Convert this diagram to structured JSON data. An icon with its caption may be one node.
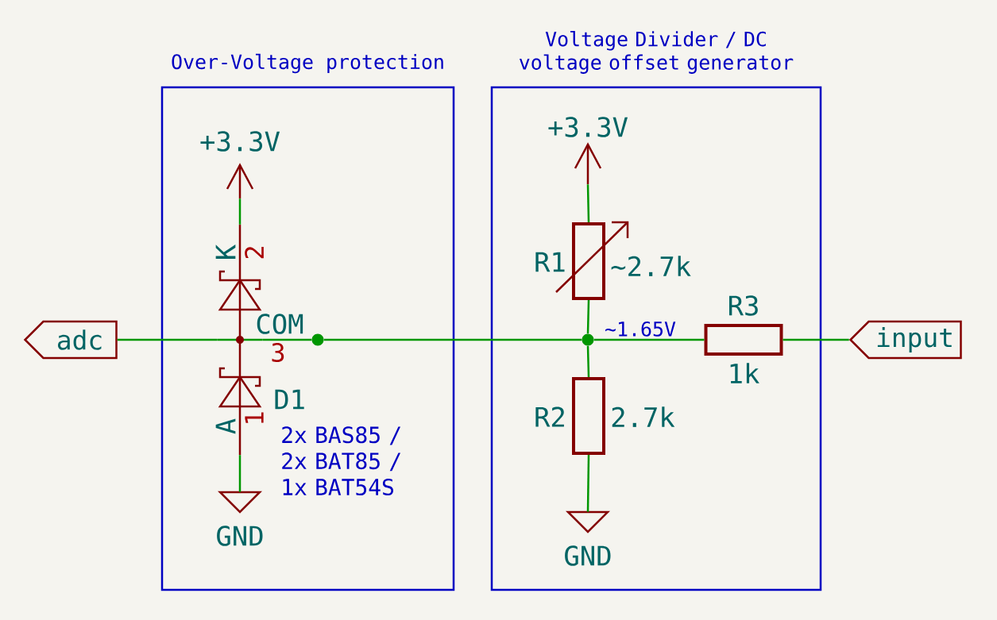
{
  "diagram": {
    "nodes": [
      {
        "text": [
          "Over-Voltage protection"
        ]
      },
      {
        "text": [
          "Voltage Divider / DC voltage offset generator"
        ]
      },
      {
        "text": [
          "adc"
        ]
      },
      {
        "text": [
          "+3.3V"
        ],
        "in": 0
      },
      {
        "text": [
          "D1"
        ],
        "in": 0
      },
      {
        "text": [],
        "shape": "circle",
        "in": 0
      },
      {
        "text": [
          "GND"
        ],
        "in": 0
      },
      {
        "text": [
          "+3.3V"
        ],
        "in": 1
      },
      {
        "text": [
          "R1",
          "~2.7k"
        ],
        "in": 1
      },
      {
        "text": [],
        "shape": "circle",
        "in": 1
      },
      {
        "text": [
          "R2",
          "2.7k"
        ],
        "in": 1
      },
      {
        "text": [
          "GND"
        ],
        "in": 1
      },
      {
        "text": [
          "R3",
          "1k"
        ],
        "in": 1
      },
      {
        "text": [
          "input"
        ]
      }
    ],
    "edges": [
      {
        "from": 2,
        "to": 4,
        "arrow": "none"
      },
      {
        "from": 4,
        "to": 5,
        "arrow": "none"
      },
      {
        "from": 5,
        "to": 9,
        "arrow": "none"
      },
      {
        "from": 9,
        "to": 12,
        "arrow": "none",
        "label": "~1.65V"
      },
      {
        "from": 12,
        "to": 13,
        "arrow": "none"
      },
      {
        "from": 3,
        "to": 4,
        "arrow": "none"
      },
      {
        "from": 4,
        "to": 6,
        "arrow": "none"
      },
      {
        "from": 7,
        "to": 8,
        "arrow": "none"
      },
      {
        "from": 8,
        "to": 9,
        "arrow": "none"
      },
      {
        "from": 9,
        "to": 10,
        "arrow": "none"
      },
      {
        "from": 10,
        "to": 11,
        "arrow": "none"
      }
    ],
    "labels": [
      "K",
      "2",
      "COM",
      "3",
      "A",
      "1",
      "2x BAS85 / 2x BAT85 / 1x BAT54S"
    ]
  }
}
